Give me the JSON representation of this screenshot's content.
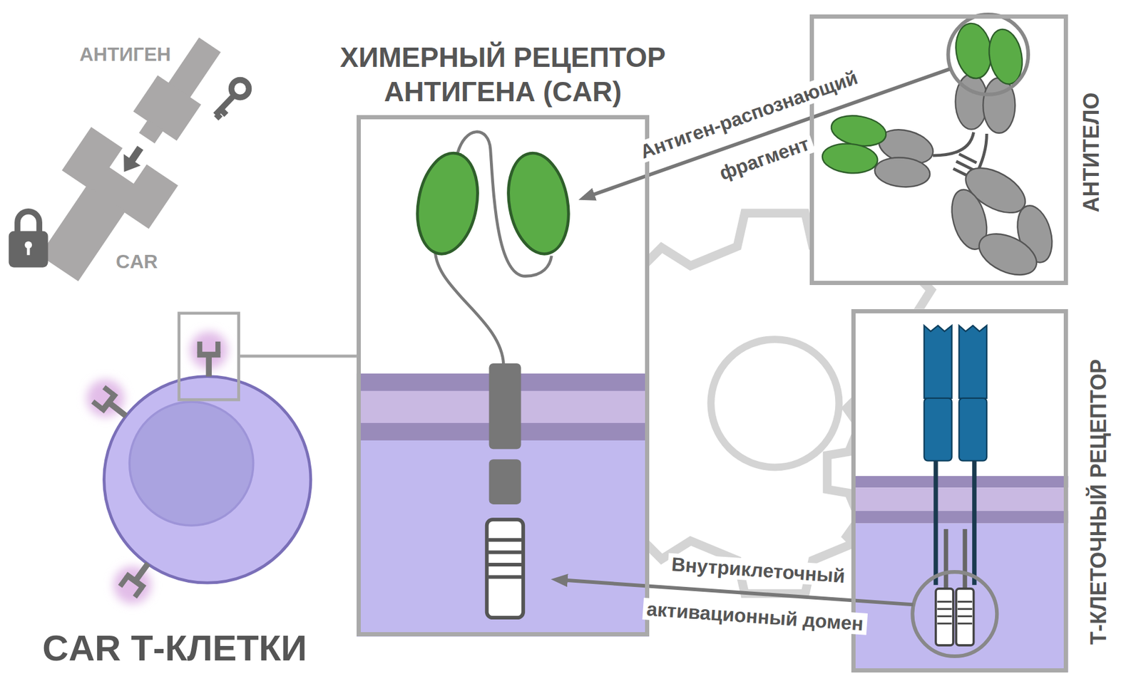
{
  "diagram": {
    "nodes": [
      {
        "text": [
          "ХИМЕРНЫЙ РЕЦЕПТОР АНТИГЕНА (CAR)"
        ]
      },
      {
        "text": [
          "АНТИТЕЛО"
        ]
      },
      {
        "text": [
          "Т-КЛЕТОЧНЫЙ РЕЦЕПТОР"
        ]
      },
      {
        "text": [
          "CAR Т-КЛЕТКИ"
        ]
      }
    ],
    "edges": [
      {
        "from": 1,
        "to": 0,
        "arrow": "to",
        "label": "Антиген-распознающий фрагмент"
      },
      {
        "from": 2,
        "to": 0,
        "arrow": "to",
        "label": "Внутриклеточный активационный домен"
      },
      {
        "from": 3,
        "to": 0,
        "arrow": "none"
      }
    ],
    "labels": [
      "АНТИГЕН",
      "CAR"
    ]
  }
}
